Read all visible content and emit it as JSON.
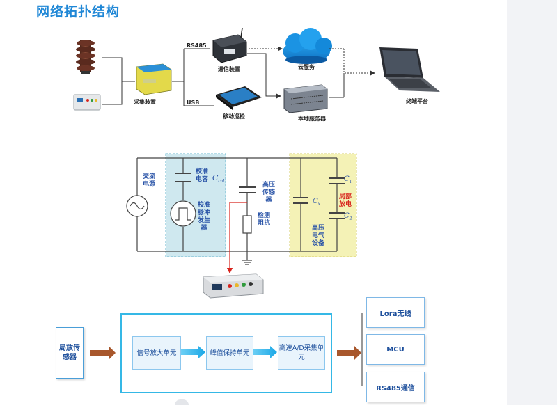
{
  "page": {
    "title": "网络拓扑结构"
  },
  "topology": {
    "collector_label": "采集装置",
    "link_rs485": "RS485",
    "link_usb": "USB",
    "comm_device_label": "通信装置",
    "mobile_label": "移动巡检",
    "cloud_label": "云服务",
    "local_server_label": "本地服务器",
    "terminal_label": "终端平台"
  },
  "circuit": {
    "ac_source": "交流电源",
    "calib_cap": "校准电容",
    "calib_cap_symbol": "C",
    "calib_cap_sub": "cal",
    "calib_pulse": "校准脉冲发生器",
    "hv_sensor": "高压传感器",
    "measure_impedance": "检测阻抗",
    "cx_symbol": "C",
    "cx_sub": "x",
    "c1_symbol": "C",
    "c1_sub": "1",
    "c2_symbol": "C",
    "c2_sub": "2",
    "partial_discharge": "局部放电",
    "hv_equipment": "高压电气设备"
  },
  "block": {
    "sensor": "局放传感器",
    "units": [
      "信号放大单元",
      "峰值保持单元",
      "高速A/D采集单元"
    ],
    "outputs": [
      "Lora无线",
      "MCU",
      "RS485通信"
    ]
  }
}
